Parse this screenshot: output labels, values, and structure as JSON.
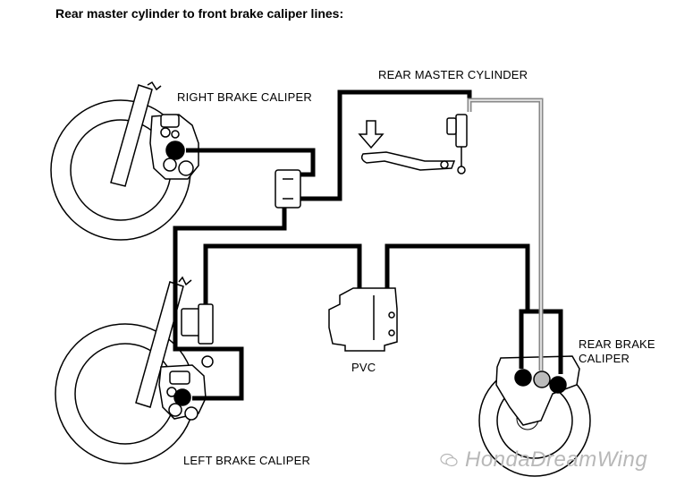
{
  "title": "Rear master cylinder to front brake caliper lines:",
  "labels": {
    "right_brake_caliper": "RIGHT BRAKE CALIPER",
    "rear_master_cylinder": "REAR MASTER CYLINDER",
    "rear_brake_caliper_line1": "REAR BRAKE",
    "rear_brake_caliper_line2": "CALIPER",
    "pvc": "PVC",
    "left_brake_caliper": "LEFT BRAKE CALIPER"
  },
  "watermark": "HondaDreamWing",
  "colors": {
    "line": "#000000",
    "grey_line": "#a0a0a0",
    "watermark": "#b8b8b8"
  }
}
